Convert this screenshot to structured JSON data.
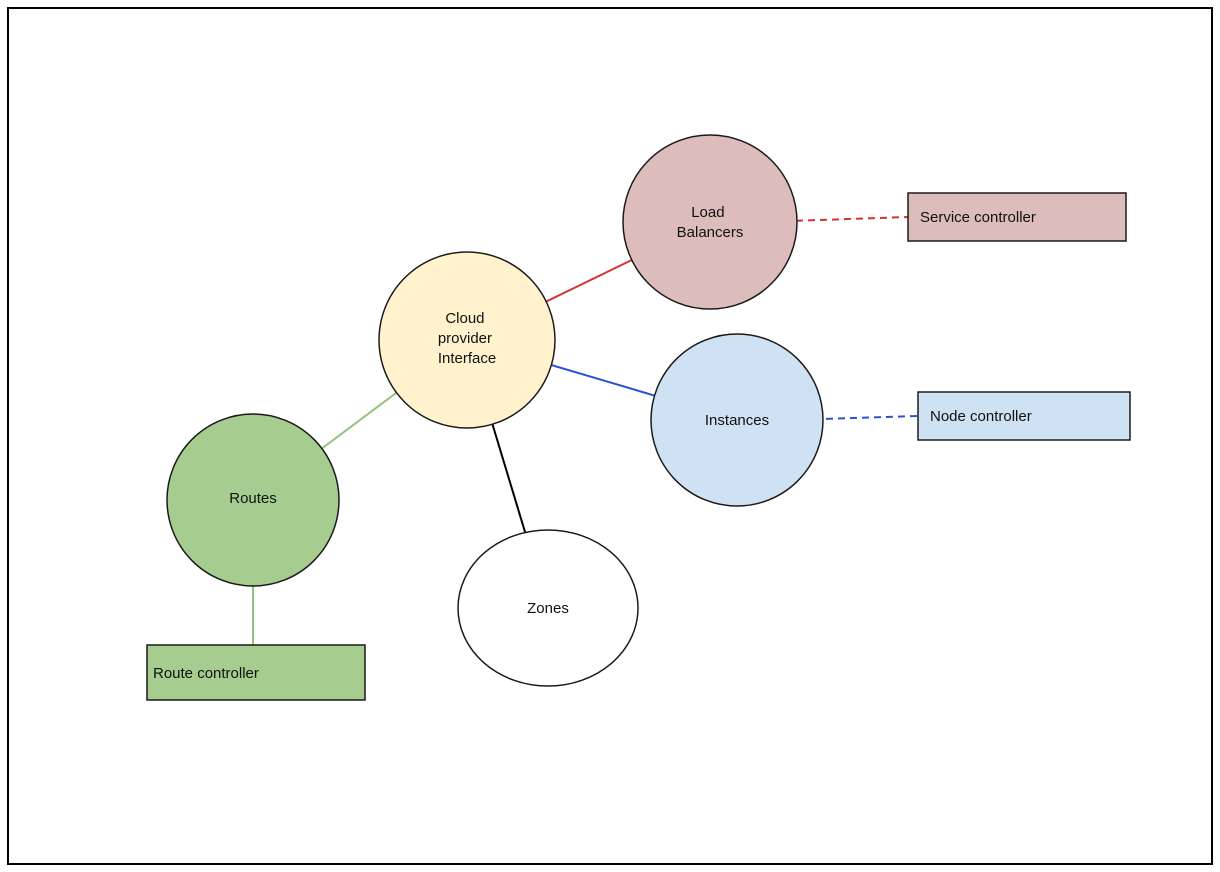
{
  "page": {
    "background": "#ffffff",
    "border_color": "#000000"
  },
  "diagram": {
    "nodes": {
      "cloud": {
        "line1": "Cloud",
        "line2": "provider",
        "line3": "Interface",
        "fill": "#fff2cc"
      },
      "load_balancers": {
        "line1": "Load",
        "line2": "Balancers",
        "fill": "#ddbcbc"
      },
      "instances": {
        "label": "Instances",
        "fill": "#cfe2f3"
      },
      "routes": {
        "label": "Routes",
        "fill": "#a7cc8f"
      },
      "zones": {
        "label": "Zones",
        "fill": "#ffffff"
      }
    },
    "controllers": {
      "service": {
        "label": "Service controller",
        "fill": "#ddbcbc"
      },
      "node": {
        "label": "Node controller",
        "fill": "#cfe2f3"
      },
      "route": {
        "label": "Route controller",
        "fill": "#a7cc8f"
      }
    },
    "edges": {
      "cloud_to_load_balancers": {
        "color": "#d0342c",
        "style": "solid"
      },
      "load_balancers_to_service": {
        "color": "#d0342c",
        "style": "dashed"
      },
      "cloud_to_instances": {
        "color": "#2a52d4",
        "style": "solid"
      },
      "instances_to_node": {
        "color": "#2a52d4",
        "style": "dashed"
      },
      "cloud_to_routes": {
        "color": "#93c47e",
        "style": "solid"
      },
      "routes_to_route_controller": {
        "color": "#93c47e",
        "style": "solid"
      },
      "cloud_to_zones": {
        "color": "#000000",
        "style": "solid"
      }
    }
  }
}
